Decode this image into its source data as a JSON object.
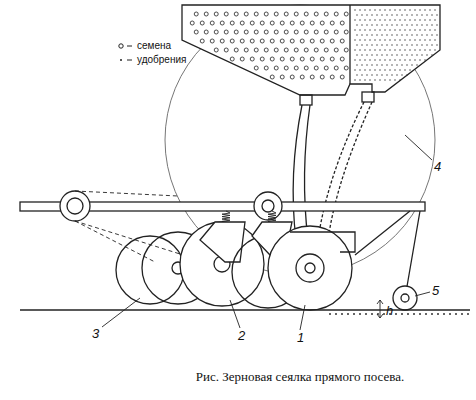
{
  "diagram": {
    "caption": "Рис. Зерновая сеялка прямого посева.",
    "labels": [
      "1",
      "2",
      "3",
      "4",
      "5",
      "h"
    ],
    "legend": [
      {
        "text": "семена"
      },
      {
        "text": "удобрения"
      }
    ]
  }
}
